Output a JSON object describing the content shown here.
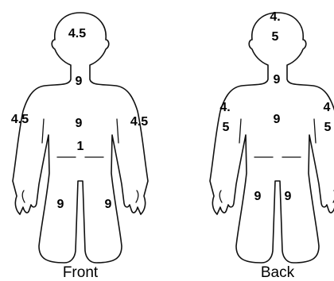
{
  "figures": {
    "front": {
      "caption": "Front",
      "regions": {
        "head": "4.5",
        "chest": "9",
        "abdomen": "9",
        "groin": "1",
        "left_arm": "4.5",
        "right_arm": "4.5",
        "left_leg": "9",
        "right_leg": "9"
      }
    },
    "back": {
      "caption": "Back",
      "regions": {
        "head_line1": "4.",
        "head_line2": "5",
        "upper_back": "9",
        "lower_back": "9",
        "left_arm_line1": "4.",
        "left_arm_line2": "5",
        "right_arm_line1": "4",
        "right_arm_line2": "5",
        "left_leg": "9",
        "right_leg": "9"
      }
    }
  }
}
